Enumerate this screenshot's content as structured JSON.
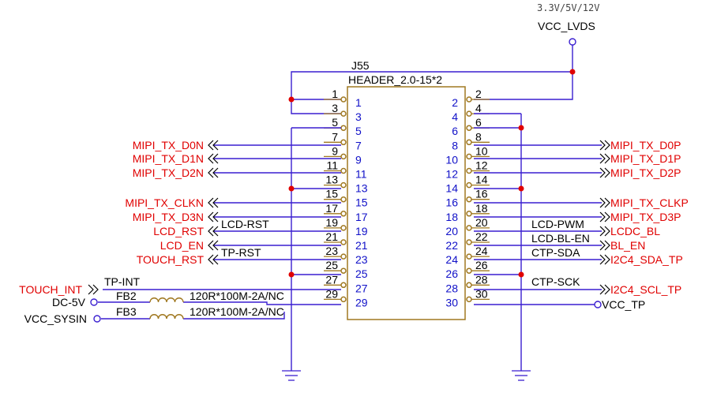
{
  "connector": {
    "ref": "J55",
    "part": "HEADER_2.0-15*2",
    "left_pins": [
      "1",
      "3",
      "5",
      "7",
      "9",
      "11",
      "13",
      "15",
      "17",
      "19",
      "21",
      "23",
      "25",
      "27",
      "29"
    ],
    "right_pins": [
      "2",
      "4",
      "6",
      "8",
      "10",
      "12",
      "14",
      "16",
      "18",
      "20",
      "22",
      "24",
      "26",
      "28",
      "30"
    ]
  },
  "power": {
    "vcc_lvds_label": "VCC_LVDS",
    "vcc_lvds_note": "3.3V/5V/12V",
    "vcc_tp_label": "VCC_TP",
    "dc5v_label": "DC-5V",
    "vcc_sysin_label": "VCC_SYSIN"
  },
  "left_ports": {
    "mipi_tx_d0n": "MIPI_TX_D0N",
    "mipi_tx_d1n": "MIPI_TX_D1N",
    "mipi_tx_d2n": "MIPI_TX_D2N",
    "mipi_tx_clkn": "MIPI_TX_CLKN",
    "mipi_tx_d3n": "MIPI_TX_D3N",
    "lcd_rst": "LCD_RST",
    "lcd_en": "LCD_EN",
    "touch_rst": "TOUCH_RST",
    "touch_int": "TOUCH_INT"
  },
  "right_ports": {
    "mipi_tx_d0p": "MIPI_TX_D0P",
    "mipi_tx_d1p": "MIPI_TX_D1P",
    "mipi_tx_d2p": "MIPI_TX_D2P",
    "mipi_tx_clkp": "MIPI_TX_CLKP",
    "mipi_tx_d3p": "MIPI_TX_D3P",
    "lcdc_bl": "LCDC_BL",
    "bl_en": "BL_EN",
    "i2c4_sda_tp": "I2C4_SDA_TP",
    "i2c4_scl_tp": "I2C4_SCL_TP"
  },
  "net_labels": {
    "lcd_rst": "LCD-RST",
    "tp_rst": "TP-RST",
    "tp_int": "TP-INT",
    "lcd_pwm": "LCD-PWM",
    "lcd_bl_en": "LCD-BL-EN",
    "ctp_sda": "CTP-SDA",
    "ctp_sck": "CTP-SCK"
  },
  "ferrites": {
    "fb2_ref": "FB2",
    "fb3_ref": "FB3",
    "fb2_value": "120R*100M-2A/NC",
    "fb3_value": "120R*100M-2A/NC"
  },
  "colors": {
    "wire": "#3a1fd0",
    "pin": "#a07820",
    "net_port_text": "#e00000",
    "pin_number_text": "#1010c8",
    "junction": "#e00000"
  }
}
